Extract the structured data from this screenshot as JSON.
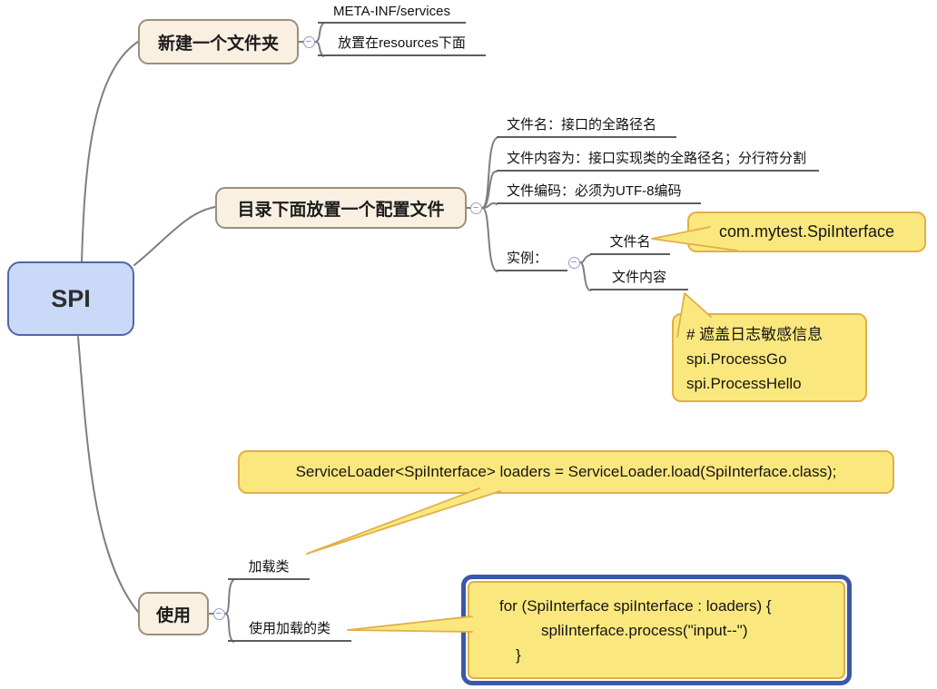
{
  "icons": {
    "collapse": "−"
  },
  "colors": {
    "root_fill": "#c9d9f7",
    "root_border": "#4e68a6",
    "topic_fill": "#faf0e2",
    "topic_border": "#9b8e7e",
    "callout_fill": "#fae87e",
    "callout_border": "#e2ae49",
    "callout_focus_border": "#3b57a9",
    "connector_gray": "#7f7f7f",
    "underline_gray": "#5e5e5e"
  },
  "root": {
    "label": "SPI"
  },
  "branches": {
    "new_folder": {
      "label": "新建一个文件夹",
      "children": {
        "meta_inf": {
          "label": "META-INF/services"
        },
        "resources": {
          "label": "放置在resources下面"
        }
      }
    },
    "config_file": {
      "label": "目录下面放置一个配置文件",
      "children": {
        "file_name": {
          "label": "文件名：接口的全路径名"
        },
        "file_content": {
          "label": "文件内容为：接口实现类的全路径名；分行符分割"
        },
        "file_encoding": {
          "label": "文件编码：必须为UTF-8编码"
        },
        "example": {
          "label": "实例：",
          "children": {
            "example_file_name": {
              "label": "文件名",
              "callout": "com.mytest.SpiInterface"
            },
            "example_file_content": {
              "label": "文件内容",
              "callout_lines": [
                "# 遮盖日志敏感信息",
                "spi.ProcessGo",
                "spi.ProcessHello"
              ]
            }
          }
        }
      }
    },
    "usage": {
      "label": "使用",
      "children": {
        "load_class": {
          "label": "加载类",
          "callout": "ServiceLoader<SpiInterface> loaders = ServiceLoader.load(SpiInterface.class);"
        },
        "use_loaded_class": {
          "label": "使用加载的类",
          "callout_lines": [
            "for (SpiInterface spiInterface : loaders) {",
            "spliInterface.process(\"input--\")",
            "}"
          ]
        }
      }
    }
  }
}
